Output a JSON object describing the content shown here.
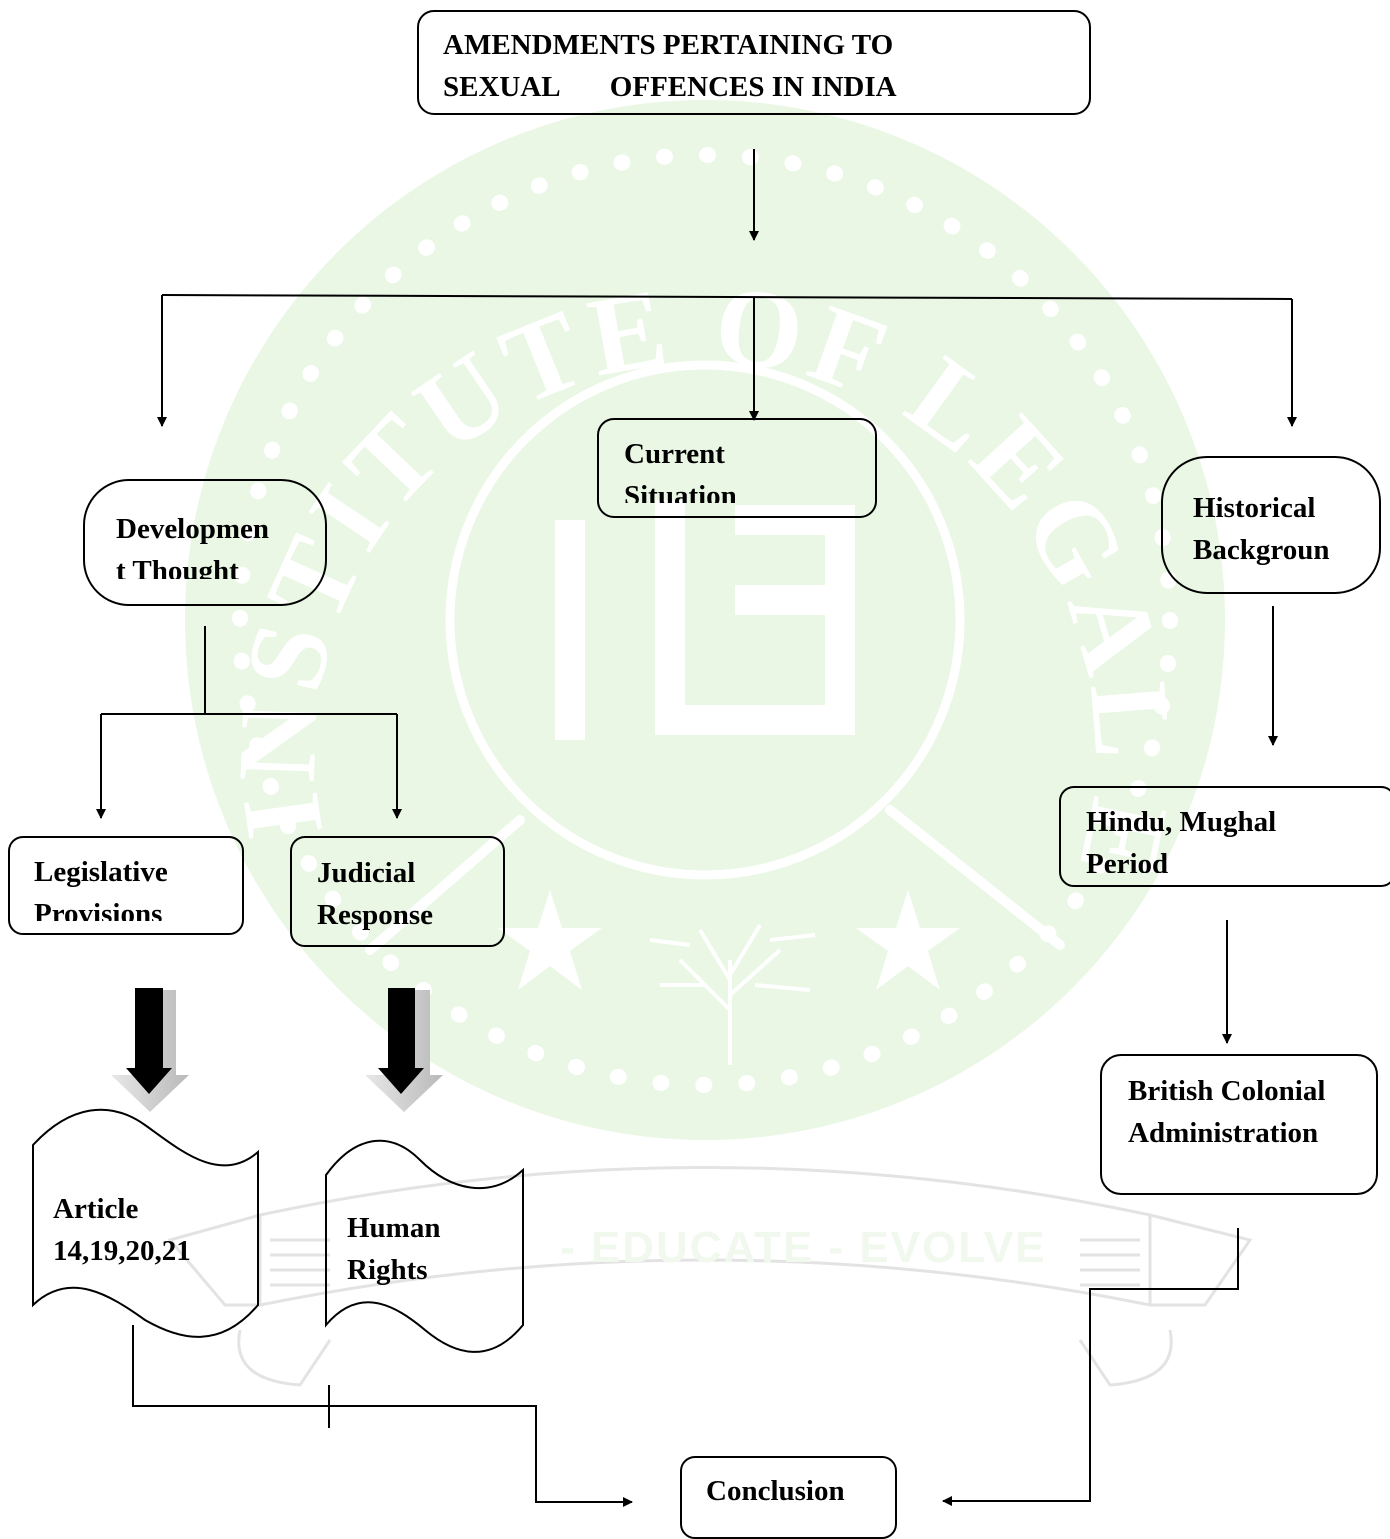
{
  "colors": {
    "watermark_green": "#e9f7e4",
    "watermark_stroke": "#ffffff",
    "watermark_text": "#f1f8ee",
    "banner_outline": "#e3e3e3",
    "line": "#000000"
  },
  "watermark": {
    "arc_text": "INSTITUTE OF LEGAL EDUCATION",
    "motto": "- EDUCATE - EVOLVE"
  },
  "diagram": {
    "title_line1": "AMENDMENTS PERTAINING TO",
    "title_line2": "SEXUAL       OFFENCES IN INDIA",
    "current_line1": "Current",
    "current_line2": "Situation",
    "development_line1": "Developmen",
    "development_line2": "t Thought",
    "historical_line1": "Historical",
    "historical_line2": "Backgroun",
    "legislative_line1": "Legislative",
    "legislative_line2": "Provisions",
    "judicial_line1": "Judicial",
    "judicial_line2": "Response",
    "hindu_line1": "Hindu, Mughal",
    "hindu_line2": "Period",
    "british_line1": "British Colonial",
    "british_line2": "Administration",
    "article_line1": "Article",
    "article_line2": "14,19,20,21",
    "human_line1": "Human",
    "human_line2": "Rights",
    "conclusion": "Conclusion"
  }
}
